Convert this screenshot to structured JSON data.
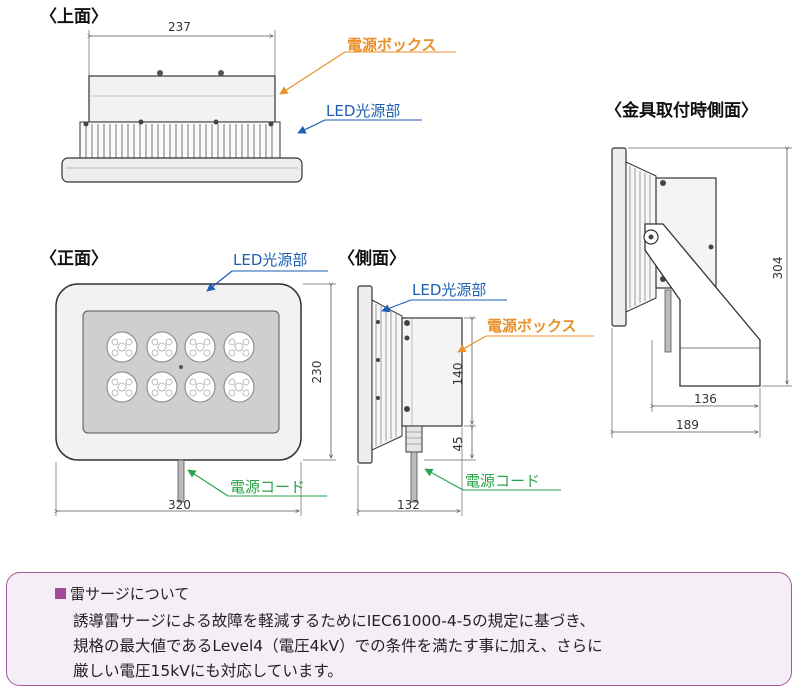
{
  "views": {
    "top": {
      "title": "〈上面〉",
      "width_dim": "237",
      "callout_box": "電源ボックス",
      "callout_led": "LED光源部"
    },
    "front": {
      "title": "〈正面〉",
      "callout_led": "LED光源部",
      "callout_cord": "電源コード",
      "width_dim": "320",
      "height_dim": "230"
    },
    "side": {
      "title": "〈側面〉",
      "callout_led": "LED光源部",
      "callout_box": "電源ボックス",
      "callout_cord": "電源コード",
      "dim_140": "140",
      "dim_45": "45",
      "width_dim": "132"
    },
    "bracket": {
      "title": "〈金具取付時側面〉",
      "height_dim": "304",
      "dim_136": "136",
      "dim_189": "189"
    }
  },
  "colors": {
    "orange": "#e8902b",
    "blue": "#1a5fb4",
    "green": "#2aa34a",
    "note_border": "#a25b9a",
    "note_bg": "#f6eef6"
  },
  "note": {
    "title": "雷サージについて",
    "lines": [
      "誘導雷サージによる故障を軽減するためにIEC61000-4-5の規定に基づき、",
      "規格の最大値であるLevel4（電圧4kV）での条件を満たす事に加え、さらに",
      "厳しい電圧15kVにも対応しています。"
    ]
  }
}
